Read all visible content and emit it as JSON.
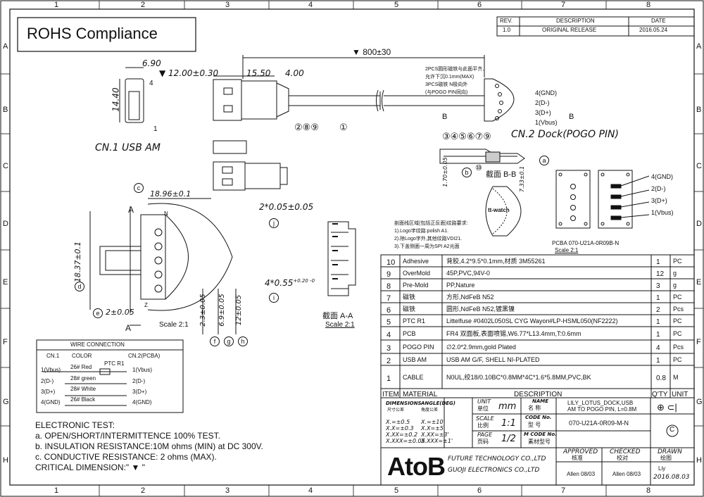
{
  "grid": {
    "cols": [
      "1",
      "2",
      "3",
      "4",
      "5",
      "6",
      "7",
      "8"
    ],
    "rows": [
      "A",
      "B",
      "C",
      "D",
      "E",
      "F",
      "G",
      "H"
    ]
  },
  "title_box": {
    "label": "ROHS Compliance"
  },
  "revision": {
    "headers": [
      "REV.",
      "DESCRIPTION",
      "DATE"
    ],
    "rows": [
      [
        "1.0",
        "ORIGINAL RELEASE",
        "2016.05.24"
      ]
    ]
  },
  "dims": {
    "overall": "800±30",
    "w690": "6.90",
    "w1200": "12.00±0.30",
    "w1550": "15.50",
    "w400": "4.00",
    "h1440": "14.40",
    "w1896": "18.96±0.1",
    "h1837": "18.37±0.1",
    "d2": "2±0.05",
    "v23": "2.3±0.05",
    "v69": "6.9±0.05",
    "v12": "12±0.05",
    "sec1": "2*0.05±0.05",
    "sec2": "4*0.55",
    "sec2_tol_up": "+0.20",
    "sec2_tol_lo": "-0",
    "bb_h1": "1.70±0.05",
    "bb_h2": "7.33±0.1"
  },
  "labels": {
    "cn1": "CN.1  USB AM",
    "cn2": "CN.2 Dock(POGO PIN)",
    "callout_a": "A",
    "b_arrow": "B",
    "balloons_289": "②⑧⑨",
    "balloon_1": "①",
    "balloons_3_9": "③④⑤⑥⑦⑨",
    "balloon_10": "⑩",
    "section_bb": "截面  B-B",
    "section_aa": "截面 A-A",
    "scale21": "Scale 2:1",
    "pcba": "PCBA 070-U21A-0R09B-N",
    "pcba_scale": "Scale 2:1",
    "num4": "4",
    "num1": "1",
    "pin_labels": [
      "4(GND)",
      "2(D-)",
      "3(D+)",
      "1(Vbus)"
    ],
    "pcba_pins": [
      "4(GND)",
      "2(D-)",
      "3(D+)",
      "1(Vbus)"
    ],
    "note_top": [
      "2PCS圆形磁铁与此面平齐,",
      "允许下沉0.1mm(MAX)",
      "3PCS磁铁 N极向外",
      "(与POGO PIN同向)"
    ],
    "logo_note": [
      "剖面线区域(包括正反面)纹路要求:",
      "1).Logo字纹路:polish A1.",
      "2).除Logo字外,其他纹路VDI21.",
      "3).下盖侧面一周为SPI A2光面"
    ],
    "logo_text": "tt-watch",
    "circle_letters": [
      "c",
      "d",
      "e",
      "f",
      "g",
      "h",
      "i",
      "j",
      "a",
      "b"
    ],
    "n_mark": "N",
    "z_mark": "Z"
  },
  "wire": {
    "title": "WIRE CONNECTION",
    "h_cn1": "CN.1",
    "h_color": "COLOR",
    "h_cn2": "CN.2(PCBA)",
    "ptc": "PTC R1",
    "rows": [
      {
        "cn1": "1(Vbus)",
        "color": "26# Red",
        "cn2": "1(Vbus)"
      },
      {
        "cn1": "2(D-)",
        "color": "28# green",
        "cn2": "2(D-)"
      },
      {
        "cn1": "3(D+)",
        "color": "28# White",
        "cn2": "3(D+)"
      },
      {
        "cn1": "4(GND)",
        "color": "26# Black",
        "cn2": "4(GND)"
      }
    ]
  },
  "electronic_test": [
    "ELECTRONIC TEST:",
    "a. OPEN/SHORT/INTERMITTENCE 100% TEST.",
    "b. INSULATION RESISTANCE:10M ohms   (MIN) at DC 300V.",
    "c. CONDUCTIVE RESISTANCE: 2 ohms   (MAX).",
    "CRITICAL DIMENSION:\" ▼ \""
  ],
  "bom": {
    "header": [
      "ITEM",
      "MATERIAL",
      "DESCRIPTION",
      "Q'TY",
      "UNIT"
    ],
    "rows": [
      {
        "item": "10",
        "mat": "Adhesive",
        "desc": "背胶,4.2*9.5*0.1mm,材质 3M55261",
        "qty": "1",
        "unit": "PC"
      },
      {
        "item": "9",
        "mat": "OverMold",
        "desc": "45P,PVC,94V-0",
        "qty": "12",
        "unit": "g"
      },
      {
        "item": "8",
        "mat": "Pre-Mold",
        "desc": "PP,Nature",
        "qty": "3",
        "unit": "g"
      },
      {
        "item": "7",
        "mat": "磁铁",
        "desc": "方形,NdFeB N52",
        "qty": "1",
        "unit": "PC"
      },
      {
        "item": "6",
        "mat": "磁铁",
        "desc": "圆形,NdFeB N52,镀黑镍",
        "qty": "2",
        "unit": "Pcs"
      },
      {
        "item": "5",
        "mat": "PTC  R1",
        "desc": "Littelfuse #0402L050SL  CYG Wayon#LP-HSML050(NF2222)",
        "qty": "1",
        "unit": "PC"
      },
      {
        "item": "4",
        "mat": "PCB",
        "desc": "FR4 双面板,表面喷锡,W6.77*L13.4mm,T:0.6mm",
        "qty": "1",
        "unit": "PC"
      },
      {
        "item": "3",
        "mat": "POGO PIN",
        "desc": "∅2.0*2.9mm,gold Plated",
        "qty": "4",
        "unit": "Pcs"
      },
      {
        "item": "2",
        "mat": "USB AM",
        "desc": "USB AM G/F, SHELL NI-PLATED",
        "qty": "1",
        "unit": "PC"
      },
      {
        "item": "1",
        "mat": "CABLE",
        "desc": "N0UL,绞18/0.10BC*0.8MM*4C*1.6*5.8MM,PVC,BK",
        "qty": "0.8",
        "unit": "M"
      }
    ]
  },
  "title_block": {
    "dimensions": "DIMENSIONS",
    "dim_cn": "尺寸公差",
    "angle": "ANGLE(DEG)",
    "angle_cn": "角度公差",
    "tol_lin": [
      "X.=±0.5",
      "X.X=±0.3",
      "X.XX=±0.2",
      "X.XXX=±0.05"
    ],
    "tol_ang": [
      "X.=±10'",
      "X.X=±5'",
      "X.XX=±3'",
      "X.XXX=±1'"
    ],
    "unit_label": "UNIT",
    "unit_cn": "单位",
    "unit_val": "mm",
    "scale_label": "SCALE",
    "scale_cn": "比例",
    "scale_val": "1:1",
    "page_label": "PAGE",
    "page_cn": "页码",
    "page_val": "1/2",
    "name_label": "NAME",
    "name_cn": "名    称",
    "name_val1": "LILY_LOTUS_DOCK,USB",
    "name_val2": "AM TO POGO PIN, L=0.8M",
    "code_label": "CODE No.",
    "code_cn": "型     号",
    "code_val": "070-U21A-0R09-M-N",
    "mcode_label": "M CODE No.",
    "mcode_cn": "素材型号",
    "company": "AtoB",
    "company_en1": "FUTURE TECHNOLOGY CO.,LTD",
    "company_en2": "GUOJI ELECTRONICS CO.,LTD",
    "approved": "APPROVED",
    "approved_cn": "核准",
    "checked": "CHECKED",
    "checked_cn": "校对",
    "drawn": "DRAWN",
    "drawn_cn": "绘图",
    "approved_by": "Allen 08/03",
    "checked_by": "Allen 08/03",
    "drawn_by": "Liy",
    "drawn_date": "2016.08.03",
    "copyright": "C"
  }
}
